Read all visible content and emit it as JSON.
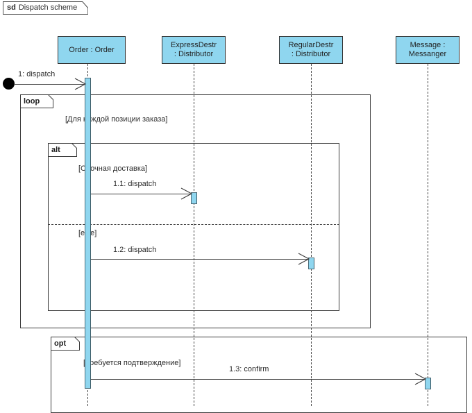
{
  "diagram": {
    "kind_keyword": "sd",
    "title": "Dispatch scheme",
    "colors": {
      "lifeline_fill": "#8fd6ef",
      "activation_fill": "#8fd6ef",
      "frame_stroke": "#3a3a3a",
      "message_stroke": "#404040",
      "text": "#2b2b2b"
    }
  },
  "lifelines": [
    {
      "id": "order",
      "line1": "Order : Order",
      "line2": ""
    },
    {
      "id": "express",
      "line1": "ExpressDestr",
      "line2": ": Distributor"
    },
    {
      "id": "regular",
      "line1": "RegularDestr",
      "line2": ": Distributor"
    },
    {
      "id": "messenger",
      "line1": "Message :",
      "line2": "Messanger"
    }
  ],
  "messages": [
    {
      "id": "m1",
      "label": "1: dispatch",
      "from": "actor",
      "to": "order"
    },
    {
      "id": "m11",
      "label": "1.1: dispatch",
      "from": "order",
      "to": "express"
    },
    {
      "id": "m12",
      "label": "1.2: dispatch",
      "from": "order",
      "to": "regular"
    },
    {
      "id": "m13",
      "label": "1.3: confirm",
      "from": "order",
      "to": "messenger"
    }
  ],
  "fragments": [
    {
      "id": "loop",
      "operator": "loop",
      "guard": "[Для каждой позиции заказа]"
    },
    {
      "id": "alt",
      "operator": "alt",
      "guard": "[Срочная доставка]",
      "else_guard": "[else]"
    },
    {
      "id": "opt",
      "operator": "opt",
      "guard": "[Требуется подтверждение]"
    }
  ]
}
